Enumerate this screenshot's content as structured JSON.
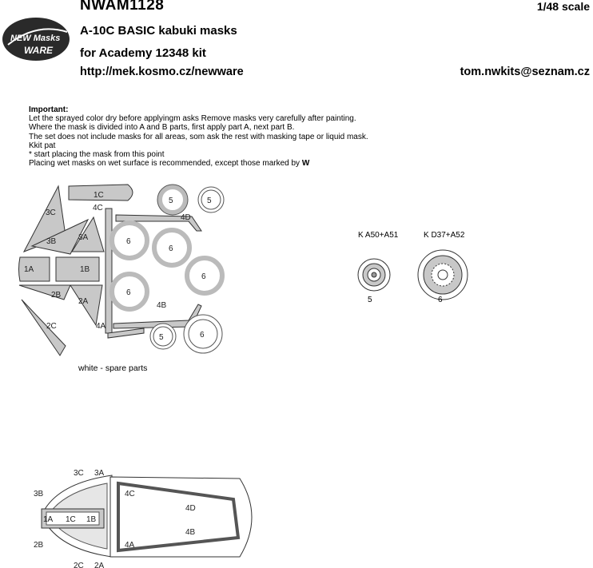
{
  "header": {
    "code": "NWAM1128",
    "scale": "1/48 scale",
    "title": "A-10C BASIC kabuki masks",
    "kit": "for Academy 12348 kit",
    "url": "http://mek.kosmo.cz/newware",
    "email": "tom.nwkits@seznam.cz"
  },
  "logo": {
    "line1": "NEW Masks",
    "line2": "WARE"
  },
  "notes": {
    "heading": "Important:",
    "lines": [
      "Let the sprayed color dry before applyingm asks Remove masks very carefully after painting.",
      "Where the mask is divided into A and B parts, first apply part A, next part B.",
      "The set does not include masks for all areas, som ask the rest with masking tape or liquid mask.",
      "Kkit pat",
      "* start placing the mask from this point",
      "Placing wet masks on wet surface is recommended, except those marked by"
    ]
  },
  "parts": {
    "p1A": "1A",
    "p1B": "1B",
    "p1C": "1C",
    "p2A": "2A",
    "p2B": "2B",
    "p2C": "2C",
    "p3A": "3A",
    "p3B": "3B",
    "p3C": "3C",
    "p4A": "4A",
    "p4B": "4B",
    "p4C": "4C",
    "p4D": "4D",
    "p5": "5",
    "p6": "6"
  },
  "wheels": {
    "left_label": "K A50+A51",
    "right_label": "K D37+A52",
    "left_num": "5",
    "right_num": "6"
  },
  "spare_note": "white - spare parts"
}
